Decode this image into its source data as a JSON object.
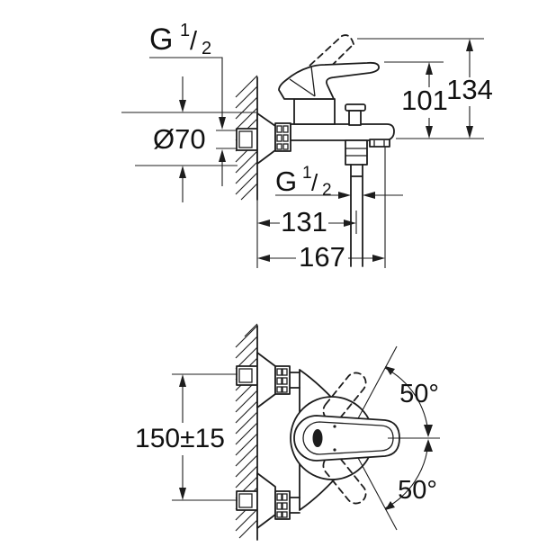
{
  "drawing_type": "bath-mixer-tap-dimension-drawing",
  "colors": {
    "line": "#1d1d1d",
    "background": "#ffffff"
  },
  "views": {
    "side_view": {
      "inlet_thread": {
        "base": "G",
        "numerator": "1",
        "slash": "/",
        "denominator": "2"
      },
      "escutcheon_diameter": "Ø70",
      "spout_height": "101",
      "overall_height": "134",
      "shower_thread": {
        "base": "G",
        "numerator": "1",
        "slash": "/",
        "denominator": "2"
      },
      "shower_offset": "131",
      "spout_reach": "167"
    },
    "front_view": {
      "inlet_spacing": "150±15",
      "swing_up": "50°",
      "swing_down": "50°"
    }
  }
}
